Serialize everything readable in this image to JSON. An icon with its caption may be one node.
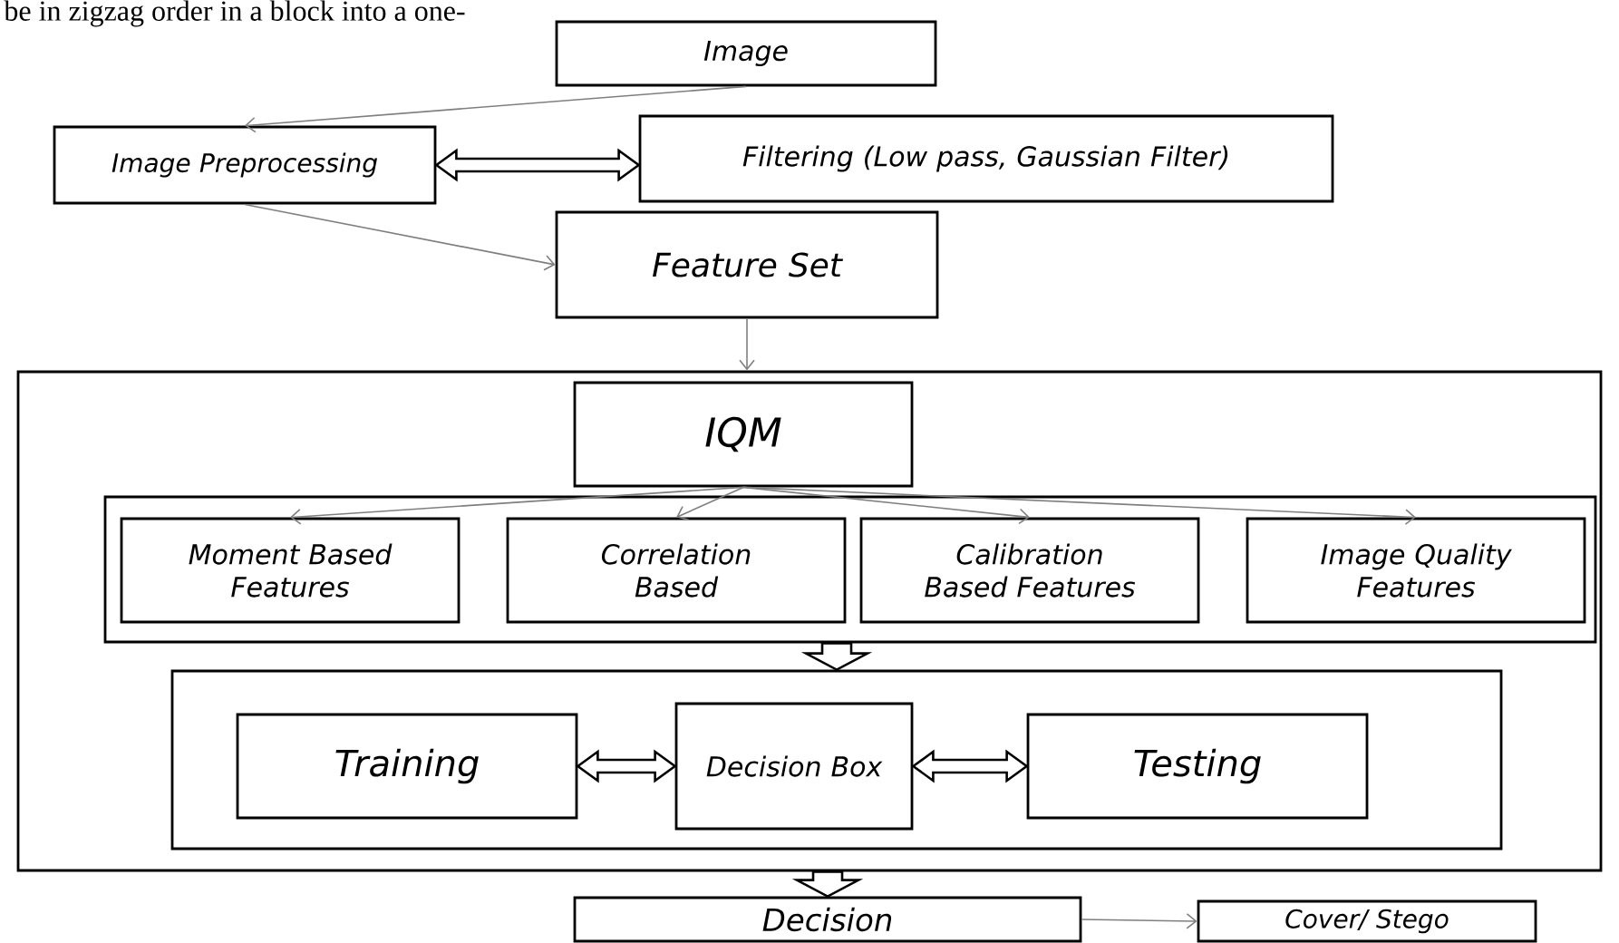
{
  "diagram": {
    "nodes": [
      {
        "text": [
          "Image"
        ]
      },
      {
        "text": [
          "Image Preprocessing"
        ]
      },
      {
        "text": [
          "Filtering (Low pass, Gaussian Filter)"
        ]
      },
      {
        "text": [
          "Feature  Set"
        ]
      },
      {
        "text": [],
        "shape": "box"
      },
      {
        "text": [
          "IQM"
        ],
        "in": 4
      },
      {
        "text": [],
        "shape": "box",
        "in": 4
      },
      {
        "text": [
          "Moment Based Features"
        ],
        "in": 6
      },
      {
        "text": [
          "Correlation Based"
        ],
        "in": 6
      },
      {
        "text": [
          "Calibration Based Features"
        ],
        "in": 6
      },
      {
        "text": [
          "Image Quality Features"
        ],
        "in": 6
      },
      {
        "text": [],
        "shape": "box",
        "in": 4
      },
      {
        "text": [
          "Training"
        ],
        "in": 11
      },
      {
        "text": [
          "Decision Box"
        ],
        "in": 11
      },
      {
        "text": [
          "Testing"
        ],
        "in": 11
      },
      {
        "text": [
          "Decision"
        ]
      },
      {
        "text": [
          "Cover/ Stego"
        ]
      }
    ],
    "edges": [
      {
        "from": 0,
        "to": 1,
        "arrow": "to"
      },
      {
        "from": 1,
        "to": 2,
        "arrow": "both",
        "style": "thick",
        "color": "#000000"
      },
      {
        "from": 1,
        "to": 3,
        "arrow": "to"
      },
      {
        "from": 3,
        "to": 4,
        "arrow": "to"
      },
      {
        "from": 5,
        "to": 7,
        "arrow": "to"
      },
      {
        "from": 5,
        "to": 8,
        "arrow": "to"
      },
      {
        "from": 5,
        "to": 9,
        "arrow": "to"
      },
      {
        "from": 5,
        "to": 10,
        "arrow": "to"
      },
      {
        "from": 6,
        "to": 11,
        "arrow": "to",
        "style": "thick",
        "color": "#000000"
      },
      {
        "from": 4,
        "to": 15,
        "arrow": "to",
        "style": "thick",
        "color": "#000000"
      },
      {
        "from": 12,
        "to": 13,
        "arrow": "both",
        "style": "thick",
        "color": "#000000"
      },
      {
        "from": 13,
        "to": 14,
        "arrow": "both",
        "style": "thick",
        "color": "#000000"
      },
      {
        "from": 15,
        "to": 16,
        "arrow": "to"
      }
    ],
    "labels": [
      "be in zigzag order in a block into a one-"
    ]
  }
}
